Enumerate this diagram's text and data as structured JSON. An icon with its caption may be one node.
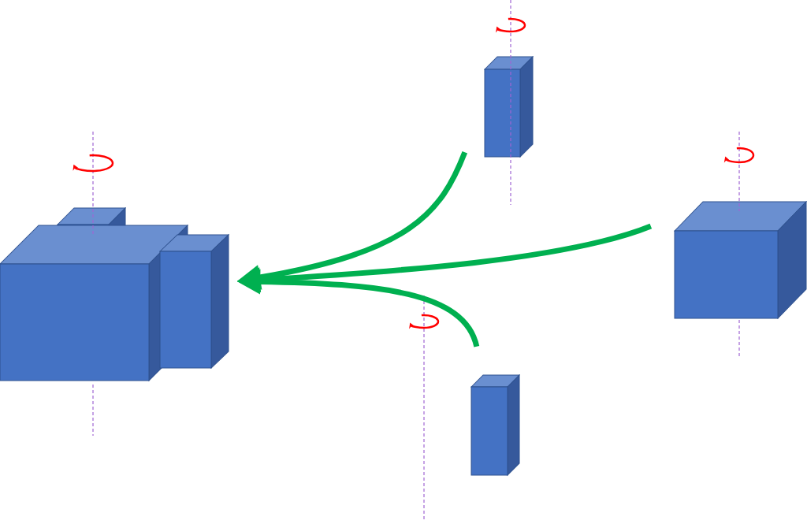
{
  "diagram": {
    "nodes": [
      {
        "text": [],
        "shape": "box"
      },
      {
        "text": [],
        "shape": "box"
      },
      {
        "text": [],
        "shape": "box"
      },
      {
        "text": [],
        "shape": "box"
      }
    ],
    "edges": [
      {
        "from": 1,
        "to": 0,
        "arrow": "to"
      },
      {
        "from": 2,
        "to": 0,
        "arrow": "to"
      },
      {
        "from": 3,
        "to": 0,
        "arrow": "to"
      }
    ]
  }
}
